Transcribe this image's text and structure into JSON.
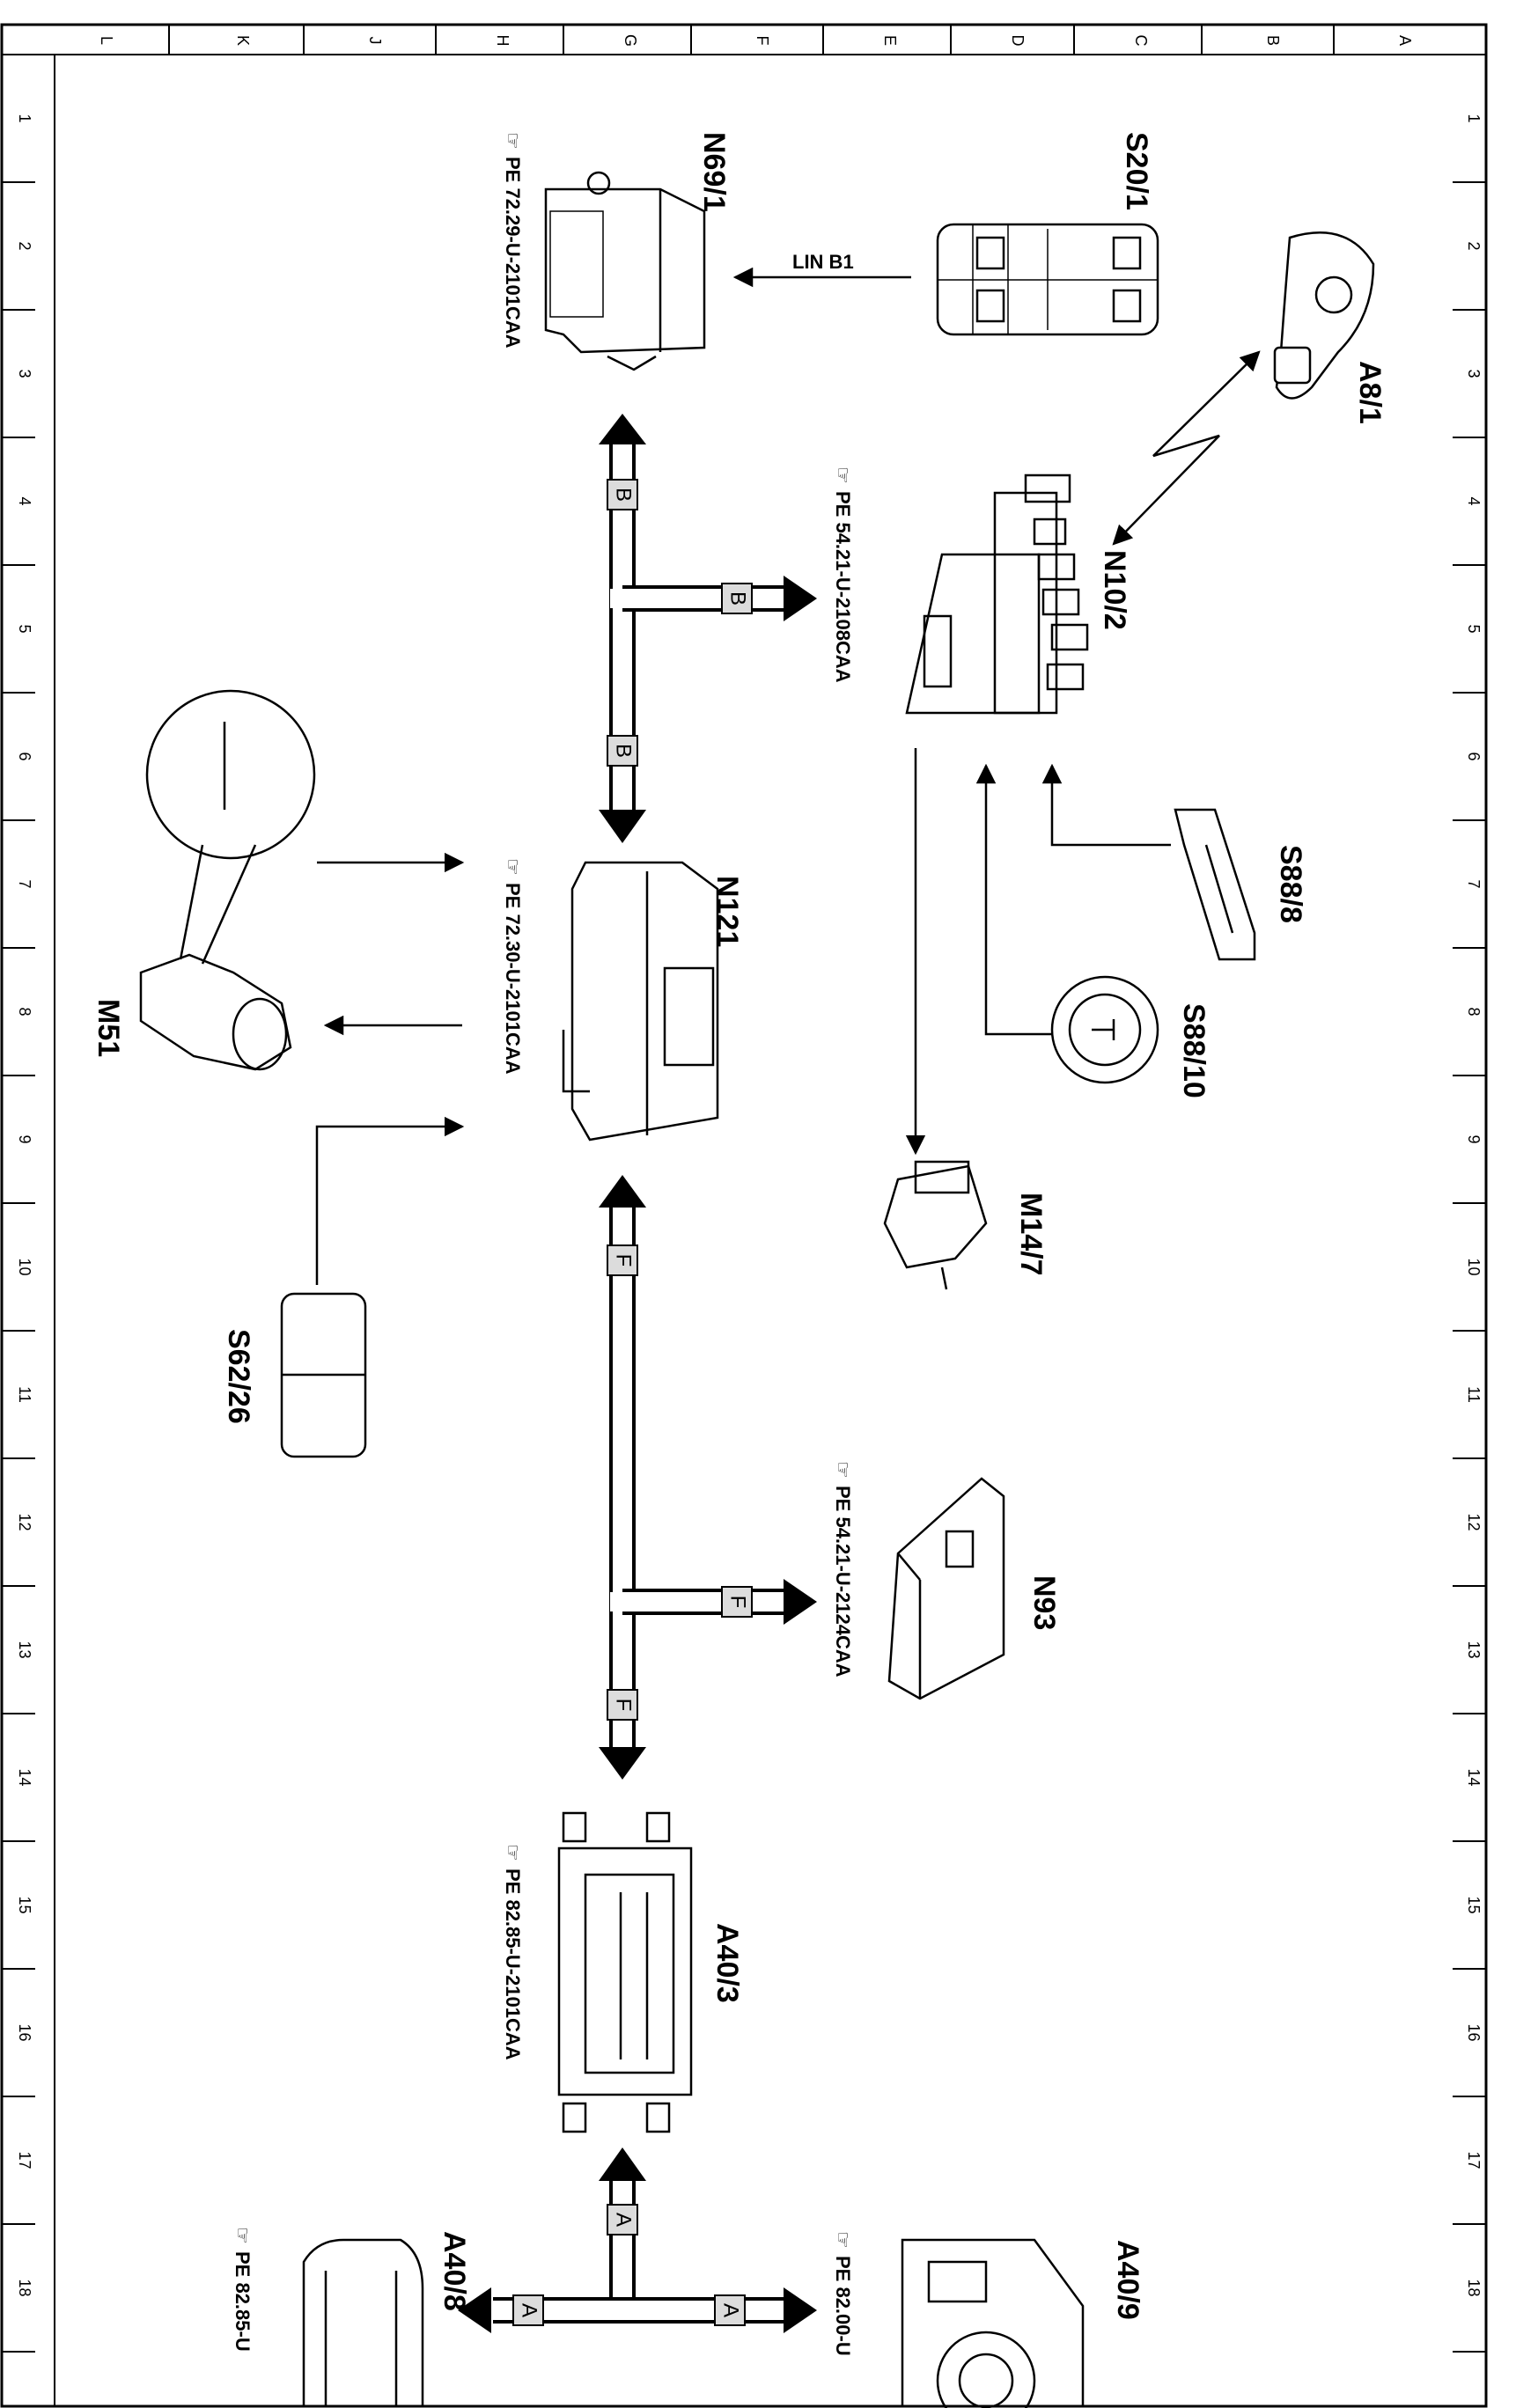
{
  "frame": {
    "column_letters": [
      "L",
      "K",
      "J",
      "H",
      "G",
      "F",
      "E",
      "D",
      "C",
      "B",
      "A"
    ],
    "row_numbers": [
      "1",
      "2",
      "3",
      "4",
      "5",
      "6",
      "7",
      "8",
      "9",
      "10",
      "11",
      "12",
      "13",
      "14",
      "15",
      "16",
      "17",
      "18"
    ]
  },
  "components": {
    "s20_1": "S20/1",
    "a8_1": "A8/1",
    "n69_1": "N69/1",
    "n10_2": "N10/2",
    "s88_8": "S88/8",
    "s88_10": "S88/10",
    "m14_7": "M14/7",
    "n121": "N121",
    "m51": "M51",
    "s62_26": "S62/26",
    "n93": "N93",
    "a40_3": "A40/3",
    "a40_8": "A40/8",
    "a40_9": "A40/9"
  },
  "references": {
    "n69_1": "PE  72.29-U-2101CAA",
    "n10_2": "PE  54.21-U-2108CAA",
    "n121": "PE  72.30-U-2101CAA",
    "n93": "PE  54.21-U-2124CAA",
    "a40_3": "PE  82.85-U-2101CAA",
    "a40_9": "PE  82.00-U",
    "a40_8": "PE  82.85-U"
  },
  "signals": {
    "lin": "LIN  B1"
  },
  "bus_labels": {
    "b": "B",
    "f": "F",
    "a": "A"
  },
  "colors": {
    "line": "#000000",
    "background": "#ffffff",
    "box_fill": "#dcdcdc"
  }
}
